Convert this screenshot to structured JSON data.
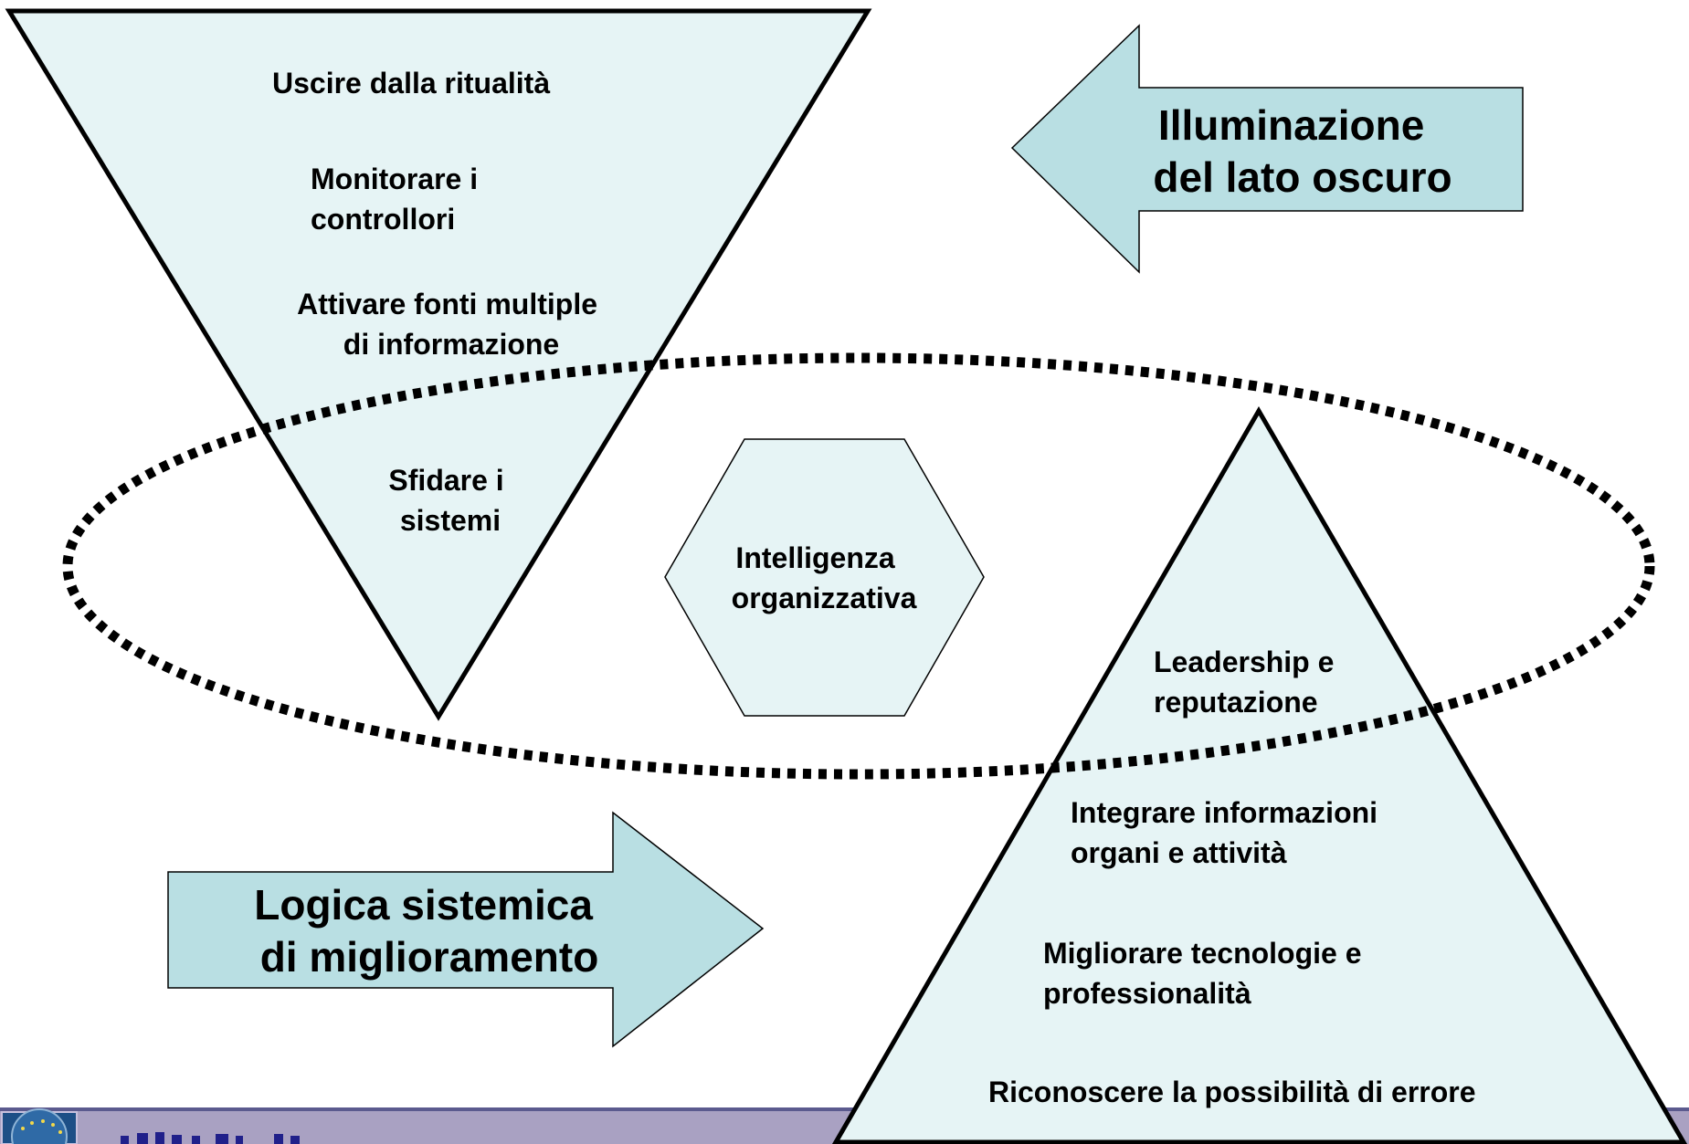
{
  "top_triangle": {
    "items": [
      [
        "Uscire dalla ritualità"
      ],
      [
        "Monitorare i",
        "controllori"
      ],
      [
        "Attivare fonti multiple",
        "di informazione"
      ],
      [
        "Sfidare i",
        "sistemi"
      ]
    ]
  },
  "left_arrow": {
    "lines": [
      "Illuminazione",
      "del lato oscuro"
    ]
  },
  "center_hexagon": {
    "lines": [
      "Intelligenza",
      "organizzativa"
    ]
  },
  "bottom_triangle": {
    "items": [
      [
        "Leadership e",
        "reputazione"
      ],
      [
        "Integrare informazioni",
        "organi e attività"
      ],
      [
        "Migliorare tecnologie e",
        "professionalità"
      ],
      [
        "Riconoscere la possibilità di errore"
      ]
    ]
  },
  "right_arrow": {
    "lines": [
      "Logica sistemica",
      "di miglioramento"
    ]
  },
  "colors": {
    "triangle_fill": "#e6f4f5",
    "arrow_fill": "#b9dfe3",
    "footer_bar": "#a9a1c2",
    "footer_line": "#5b5a8e",
    "footer_text": "#20208a"
  }
}
